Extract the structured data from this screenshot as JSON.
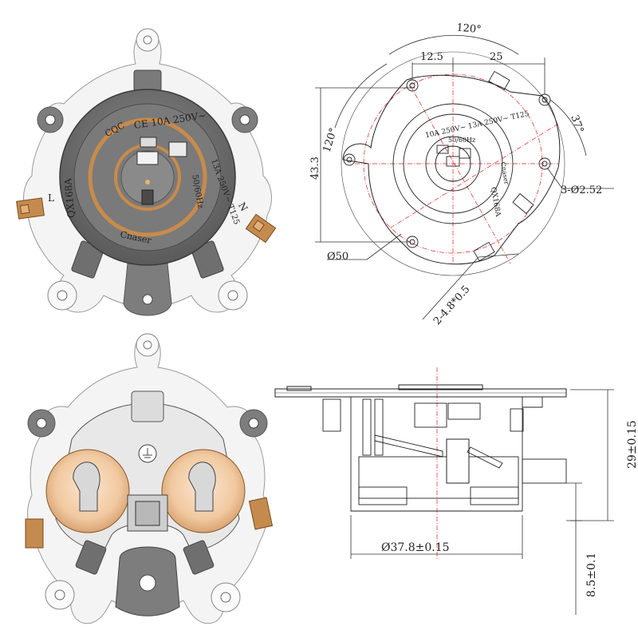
{
  "top_right": {
    "angle_top": "120°",
    "angle_left": "120°",
    "angle_right": "37°",
    "dim_12_5": "12.5",
    "dim_25": "25",
    "dim_43_3": "43.3",
    "dim_holes": "3-Ø2.52",
    "dim_diameter": "Ø50",
    "dim_slots": "2-4.8*0.5",
    "label_rating": "10A 250V~ 13A 250V~ T125",
    "label_freq": "50/60Hz",
    "label_model": "QX168A",
    "label_brand": "Cnaser"
  },
  "bottom_right": {
    "dim_height": "29±0.15",
    "dim_base_diameter": "Ø37.8±0.15",
    "dim_offset": "8.5±0.1"
  },
  "top_left": {
    "label_rating": "CE 10A 250V~",
    "label_rating2": "13A 250V~ T125",
    "label_freq": "50/60Hz",
    "label_model": "QX168A",
    "label_brand": "Cnaser",
    "label_ul": "CQC",
    "terminal_l": "L",
    "terminal_n": "N"
  },
  "colors": {
    "body_gray": "#6e6e6e",
    "ring_copper": "#c98b4a",
    "plate_light": "#efefef",
    "centerline_red": "#e02020",
    "copper_fill": "#f1c9a0"
  }
}
